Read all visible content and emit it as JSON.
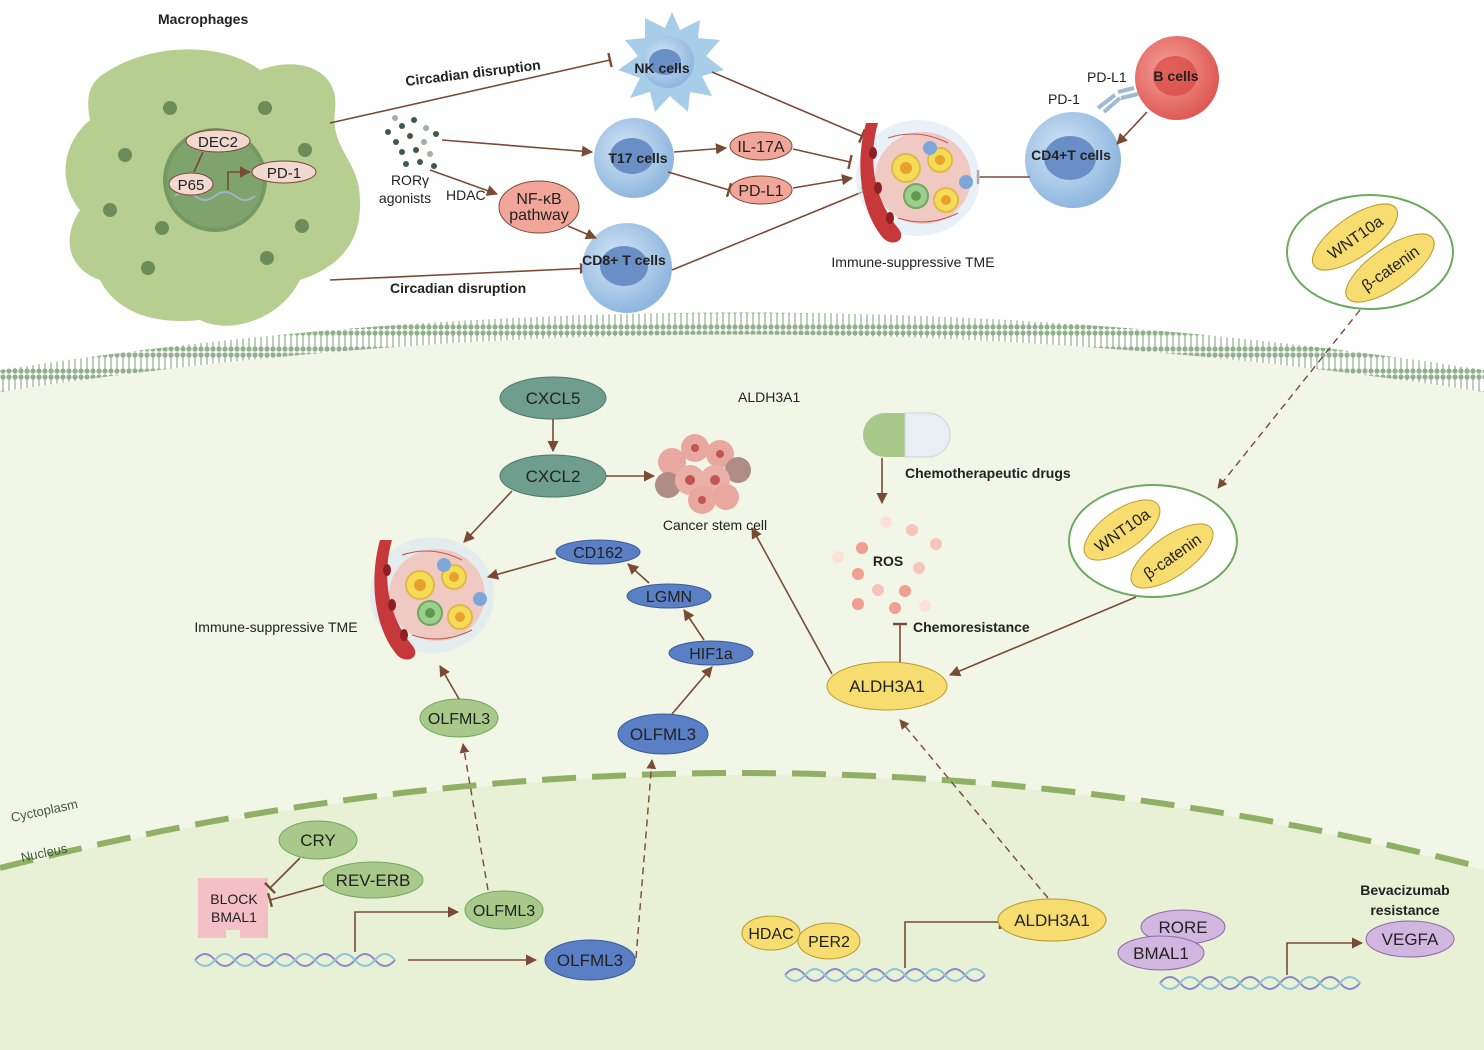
{
  "labels": {
    "macrophages": "Macrophages",
    "circadian_top": "Circadian disruption",
    "circadian_bottom": "Circadian disruption",
    "nk_cells": "NK cells",
    "b_cells": "B cells",
    "pd_l1_top": "PD-L1",
    "pd_1_top": "PD-1",
    "cd4_t_cells": "CD4+T cells",
    "t17_cells": "T17 cells",
    "il_17a": "IL-17A",
    "pd_l1_mid": "PD-L1",
    "ror_agonists_1": "RORγ",
    "ror_agonists_2": "agonists",
    "hdac_top": "HDAC",
    "nfkb_1": "NF-κB",
    "nfkb_2": "pathway",
    "cd8_t_cells": "CD8+ T cells",
    "dec2": "DEC2",
    "p65": "P65",
    "pd_1_mac": "PD-1",
    "tme_top": "Immune-suppressive TME",
    "wnt10a_top": "WNT10a",
    "bcatenin_top": "β-catenin",
    "cxcl5": "CXCL5",
    "cxcl2": "CXCL2",
    "aldh3a1_title": "ALDH3A1",
    "cancer_stem_cell": "Cancer stem cell",
    "cd162": "CD162",
    "lgmn": "LGMN",
    "hif1a": "HIF1a",
    "olfml3_mid": "OLFML3",
    "olfml3_left": "OLFML3",
    "tme_bottom": "Immune-suppressive TME",
    "chemo_drugs": "Chemotherapeutic drugs",
    "ros": "ROS",
    "chemoresistance": "Chemoresistance",
    "aldh3a1_mid": "ALDH3A1",
    "wnt10a_mid": "WNT10a",
    "bcatenin_mid": "β-catenin",
    "cytoplasm": "Cyctoplasm",
    "nucleus": "Nucleus",
    "cry": "CRY",
    "rev_erb": "REV-ERB",
    "block": "BLOCK",
    "bmal1_left": "BMAL1",
    "olfml3_green": "OLFML3",
    "olfml3_blue": "OLFML3",
    "hdac_bottom": "HDAC",
    "per2": "PER2",
    "aldh3a1_bottom": "ALDH3A1",
    "rore": "RORE",
    "bmal1_right": "BMAL1",
    "vegfa": "VEGFA",
    "bev_1": "Bevacizumab",
    "bev_2": "resistance"
  },
  "colors": {
    "macrophage": "#b5cc8e",
    "membrane": "#8fb08a",
    "cytoplasm_bg": "#f1f5e4",
    "arrow": "#7a4a35",
    "teal_node": "#6f9e8f",
    "blue_node": "#5a7fc4",
    "green_node": "#a9c98a",
    "yellow_node": "#f7dc6f",
    "salmon_node": "#f2a69a",
    "purple_node": "#d1b6e0",
    "t_cell": "#a9cbe8",
    "b_cell": "#e7706a"
  }
}
